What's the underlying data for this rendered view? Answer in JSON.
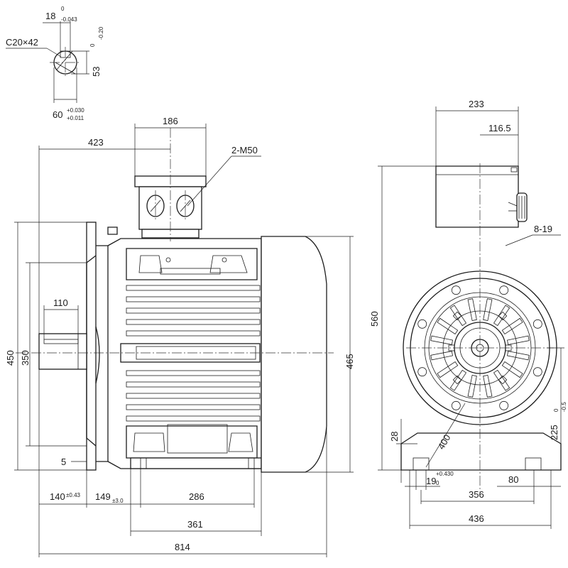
{
  "drawing": {
    "shaft_detail": {
      "key_width": "18",
      "key_width_tol_upper": "0",
      "key_width_tol_lower": "-0.043",
      "chamfer": "C20×42",
      "key_height": "53",
      "key_height_tol_upper": "0",
      "key_height_tol_lower": "-0.20",
      "shaft_diameter": "60",
      "shaft_tol_upper": "+0.030",
      "shaft_tol_lower": "+0.011"
    },
    "side_view": {
      "terminal_box_width": "186",
      "cable_entry": "2-M50",
      "box_offset": "423",
      "key_length": "110",
      "flange_diameter": "450",
      "spigot_diameter": "350",
      "flange_thickness": "5",
      "overall_height": "465",
      "shaft_extension": "140",
      "shaft_extension_tol": "±0.43",
      "shaft_to_foot": "149",
      "shaft_to_foot_tol": "±3.0",
      "foot_hole_spacing": "286",
      "foot_length": "361",
      "overall_length": "814"
    },
    "end_view": {
      "box_width": "233",
      "box_half_width": "116.5",
      "flange_holes": "8-19",
      "total_height": "560",
      "foot_thickness": "28",
      "pcd": "400",
      "shaft_height": "225",
      "shaft_height_tol_upper": "0",
      "shaft_height_tol_lower": "-0.5",
      "foot_hole": "19",
      "foot_hole_tol_upper": "+0.430",
      "foot_hole_tol_lower": "0",
      "foot_width_edge": "80",
      "foot_hole_spacing": "356",
      "foot_width": "436"
    }
  }
}
